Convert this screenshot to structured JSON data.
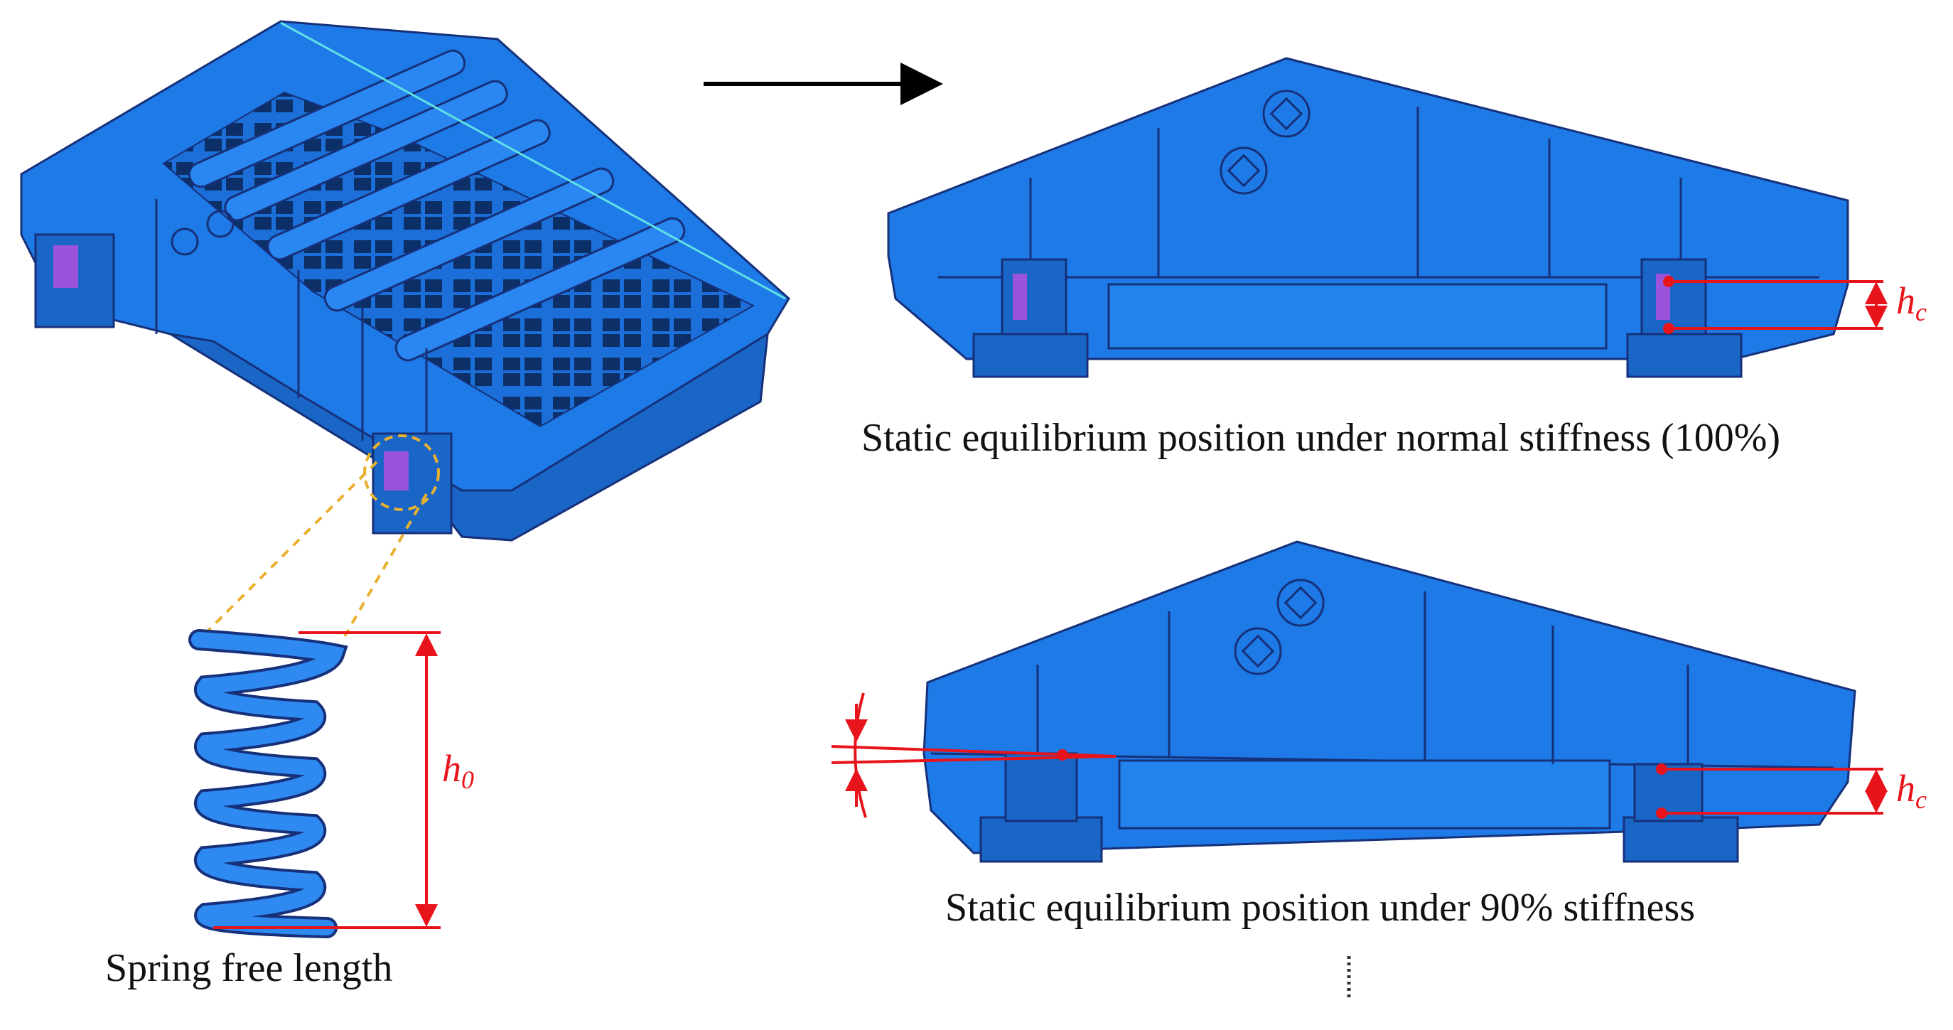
{
  "captions": {
    "spring": "Spring free length",
    "normal": "Static equilibrium position under normal stiffness (100%)",
    "ninety": "Static equilibrium position under 90% stiffness",
    "continuation": "⋮"
  },
  "symbols": {
    "h0_base": "h",
    "h0_sub": "0",
    "hc_base": "h",
    "hc_sub": "c"
  },
  "colors": {
    "body": "#1e7ae6",
    "outline": "#16307a",
    "dimension": "#e8141b",
    "leader": "#e8b030",
    "spring_highlight": "#b050e0"
  }
}
